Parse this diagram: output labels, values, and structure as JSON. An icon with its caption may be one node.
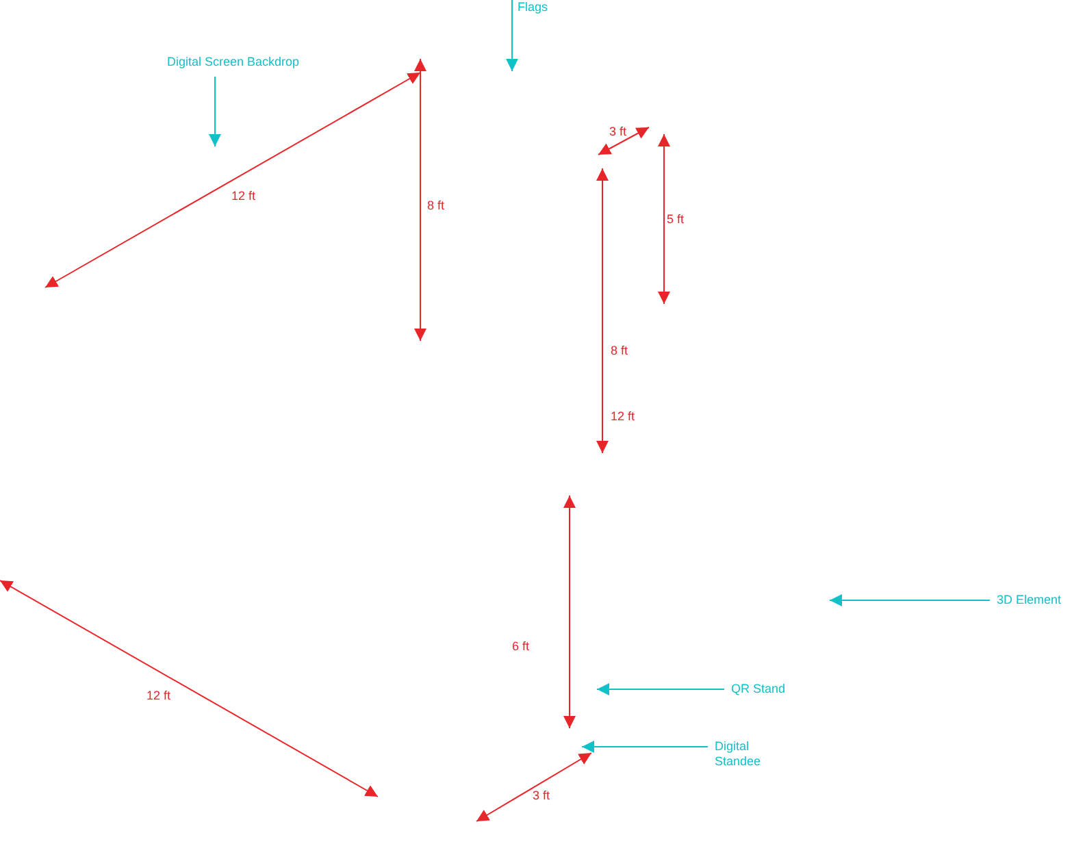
{
  "diagram": {
    "nodes": [
      {
        "text": [
          "Flags"
        ]
      },
      {
        "text": [
          "Digital Screen Backdrop"
        ]
      },
      {
        "text": [
          "3D Element"
        ]
      },
      {
        "text": [
          "QR Stand"
        ]
      },
      {
        "text": [
          "Digital Standee"
        ]
      }
    ],
    "edges": [
      {
        "from": 0,
        "to": null,
        "arrow": "to"
      },
      {
        "from": 1,
        "to": null,
        "arrow": "to"
      },
      {
        "from": 2,
        "to": null,
        "arrow": "to"
      },
      {
        "from": 3,
        "to": null,
        "arrow": "to"
      },
      {
        "from": 4,
        "to": null,
        "arrow": "to"
      }
    ],
    "labels": [
      "3 ft",
      "12 ft",
      "8 ft",
      "5 ft",
      "8 ft",
      "12 ft",
      "6 ft",
      "12 ft",
      "3 ft"
    ]
  }
}
